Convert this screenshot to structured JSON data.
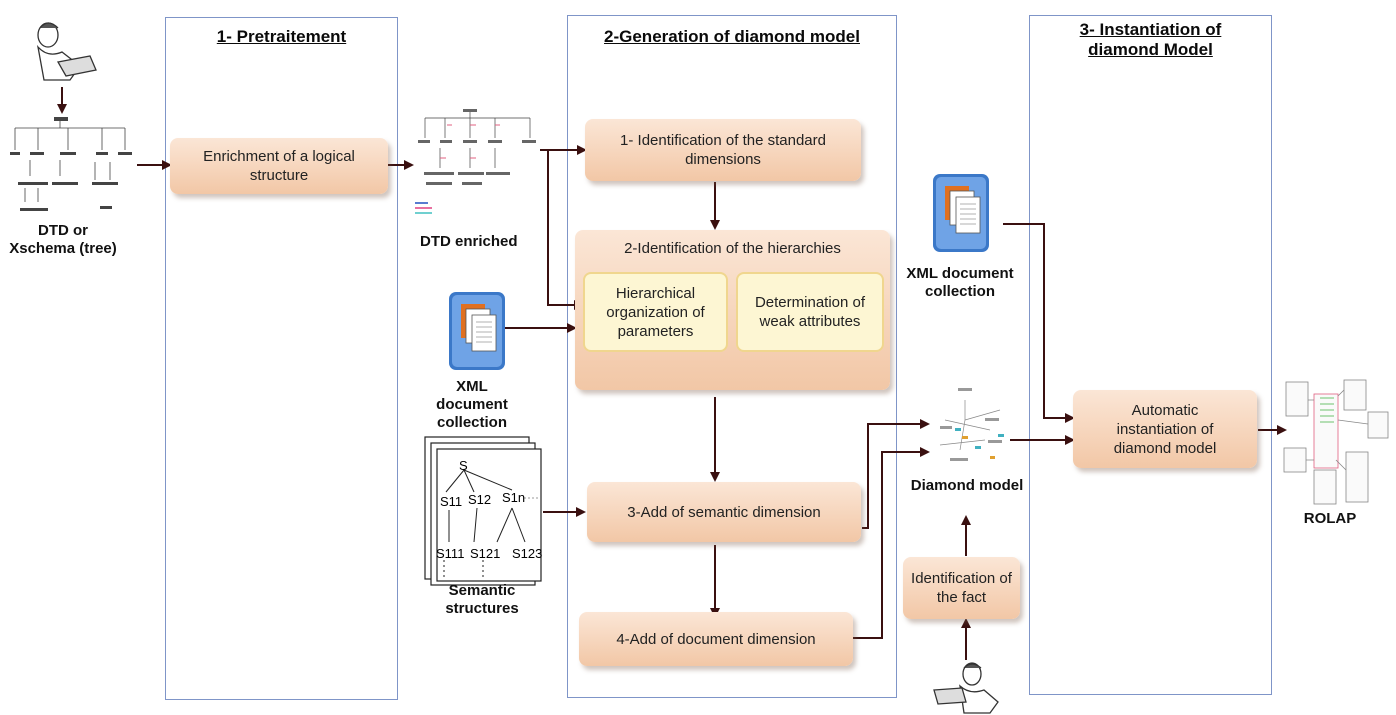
{
  "panels": {
    "pretraitement": "1- Pretraitement",
    "generation": "2-Generation of diamond model",
    "instantiation": "3- Instantiation of  diamond Model"
  },
  "steps": {
    "enrichment": "Enrichment of a logical structure",
    "standard_dimensions": "1- Identification of the standard dimensions",
    "hierarchies": "2-Identification of the hierarchies",
    "hierarchical_org": "Hierarchical organization of parameters",
    "weak_attributes": "Determination of weak attributes",
    "semantic_dimension": "3-Add of semantic dimension",
    "document_dimension": "4-Add of document dimension",
    "identification_fact": "Identification of the fact",
    "automatic_instantiation": "Automatic instantiation of diamond model"
  },
  "labels": {
    "dtd_schema": "DTD or Xschema (tree)",
    "dtd_enriched": "DTD enriched",
    "xml_collection_1": "XML document collection",
    "xml_collection_2": "XML document collection",
    "semantic_structures": "Semantic structures",
    "diamond_model": "Diamond model",
    "rolap": "ROLAP"
  },
  "semantic_tree": {
    "root": "S",
    "n1": "S11",
    "n2": "S12",
    "n3": "S1n",
    "n4": "S111",
    "n5": "S121",
    "n6": "S123"
  },
  "colors": {
    "panel_border": "#7f95c8",
    "box_fill": "#f2c7a6",
    "inner_fill": "#fdf6d3",
    "arrow": "#3a1010",
    "doc_icon": "#3b78c8"
  },
  "icons": [
    "person-at-laptop-icon",
    "document-stack-icon",
    "arrow-icon"
  ]
}
